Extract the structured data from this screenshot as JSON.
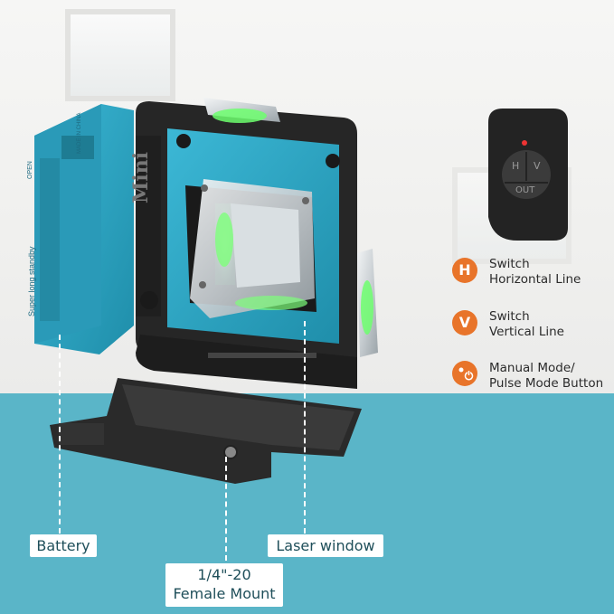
{
  "device": {
    "brand_mark": "Mini",
    "side_texts": [
      "Super long standby",
      "OPEN",
      "MADE IN CHINA"
    ]
  },
  "remote": {
    "buttons": [
      "H",
      "V",
      "OUT"
    ]
  },
  "legend": [
    {
      "badge": "H",
      "line1": "Switch",
      "line2": "Horizontal Line"
    },
    {
      "badge": "V",
      "line1": "Switch",
      "line2": "Vertical Line"
    },
    {
      "badge": "",
      "line1": "Manual Mode/",
      "line2": "Pulse Mode Button"
    }
  ],
  "callouts": {
    "battery": "Battery",
    "laser_window": "Laser window",
    "mount_line1": "1/4\"-20",
    "mount_line2": "Female Mount"
  },
  "colors": {
    "accent_orange": "#e8742a",
    "teal_body": "#2ea6c4",
    "laser_green": "#3fe05a",
    "floor_teal": "#5ab5c8"
  }
}
